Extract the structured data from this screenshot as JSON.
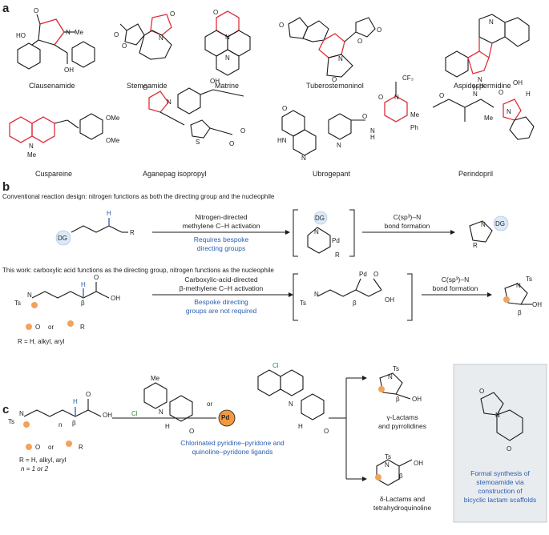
{
  "panels": {
    "a": "a",
    "b": "b",
    "c": "c"
  },
  "panel_a": {
    "compounds": [
      "Clausenamide",
      "Stemoamide",
      "Matrine",
      "Tuberostemoninol",
      "Aspidospermidine",
      "Cuspareine",
      "Aganepag isopropyl",
      "Ubrogepant",
      "Perindopril"
    ]
  },
  "panel_b": {
    "conventional_title": "Conventional reaction design: nitrogen functions as both the directing group and the nucleophile",
    "step1_line1": "Nitrogen-directed",
    "step1_line2": "methylene C–H activation",
    "step1_note": "Requires bespoke directing groups",
    "step1_note_l1": "Requires bespoke",
    "step1_note_l2": "directing groups",
    "step2_line1": "C(sp³)–N",
    "step2_line2": "bond formation",
    "this_work_title": "This work: carboxylic acid functions as the directing group, nitrogen functions as the nucleophile",
    "step3_line1": "Carboxylic-acid-directed",
    "step3_line2": "β-methylene C–H activation",
    "step3_note_l1": "Bespoke directing",
    "step3_note_l2": "groups are not required",
    "step4_line1": "C(sp³)–N",
    "step4_line2": "bond formation",
    "or": "or",
    "r_def": "R = H, alkyl, aryl"
  },
  "panel_c": {
    "r_def": "R = H, alkyl, aryl",
    "n_def": "n = 1 or 2",
    "or": "or",
    "ligand_caption_l1": "Chlorinated pyridine–pyridone and",
    "ligand_caption_l2": "quinoline–pyridone ligands",
    "product1_l1": "γ-Lactams",
    "product1_l2": "and pyrrolidines",
    "product2_l1": "δ-Lactams and",
    "product2_l2": "tetrahydroquinoline",
    "box_l1": "Formal synthesis of",
    "box_l2": "stemoamide via",
    "box_l3": "construction of",
    "box_l4": "bicyclic lactam scaffolds"
  },
  "atoms": {
    "DG": "DG",
    "N": "N",
    "Pd": "Pd",
    "R": "R",
    "H": "H",
    "Ts": "Ts",
    "OH": "OH",
    "O": "O",
    "Cl": "Cl",
    "Me": "Me",
    "beta": "β",
    "n": "n",
    "HO": "HO",
    "OMe": "OMe",
    "CF3": "CF₃",
    "Ph": "Ph"
  },
  "colors": {
    "accent_blue": "#2a5fb0",
    "red": "#e0303a",
    "orange": "#f29a3f",
    "dg_fill": "#dce9f7"
  }
}
